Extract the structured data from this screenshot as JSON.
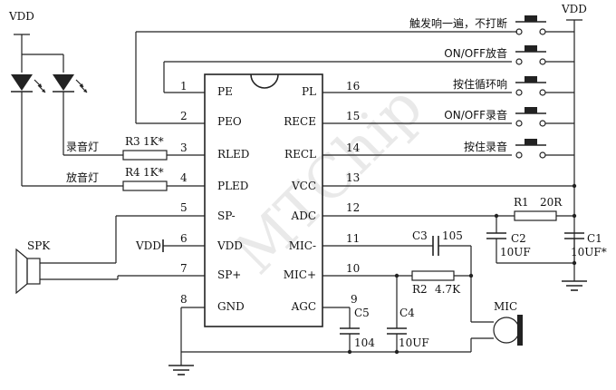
{
  "supply": {
    "vdd_left": "VDD",
    "vdd_right": "VDD",
    "vdd_pin6": "VDD"
  },
  "chip_pins_left": [
    {
      "num": "1",
      "name": "PE"
    },
    {
      "num": "2",
      "name": "PEO"
    },
    {
      "num": "3",
      "name": "RLED"
    },
    {
      "num": "4",
      "name": "PLED"
    },
    {
      "num": "5",
      "name": "SP-"
    },
    {
      "num": "6",
      "name": "VDD"
    },
    {
      "num": "7",
      "name": "SP+"
    },
    {
      "num": "8",
      "name": "GND"
    }
  ],
  "chip_pins_right": [
    {
      "num": "16",
      "name": "PL"
    },
    {
      "num": "15",
      "name": "RECE"
    },
    {
      "num": "14",
      "name": "RECL"
    },
    {
      "num": "13",
      "name": "VCC"
    },
    {
      "num": "12",
      "name": "ADC"
    },
    {
      "num": "11",
      "name": "MIC-"
    },
    {
      "num": "10",
      "name": "MIC+"
    },
    {
      "num": "9",
      "name": "AGC"
    }
  ],
  "switches": [
    {
      "label": "触发响一遍，不打断"
    },
    {
      "label": "ON/OFF放音"
    },
    {
      "label": "按住循环响"
    },
    {
      "label": "ON/OFF录音"
    },
    {
      "label": "按住录音"
    }
  ],
  "leds": {
    "rec_label": "录音灯",
    "play_label": "放音灯"
  },
  "resistors": {
    "r3": {
      "ref": "R3",
      "value": "1K*"
    },
    "r4": {
      "ref": "R4",
      "value": "1K*"
    },
    "r1": {
      "ref": "R1",
      "value": "20R"
    },
    "r2": {
      "ref": "R2",
      "value": "4.7K"
    }
  },
  "capacitors": {
    "c1": {
      "ref": "C1",
      "value": "10UF*"
    },
    "c2": {
      "ref": "C2",
      "value": "10UF"
    },
    "c3": {
      "ref": "C3",
      "value": "105"
    },
    "c4": {
      "ref": "C4",
      "value": "10UF"
    },
    "c5": {
      "ref": "C5",
      "value": "104"
    }
  },
  "speaker": "SPK",
  "mic": "MIC",
  "watermark": "MTChip"
}
